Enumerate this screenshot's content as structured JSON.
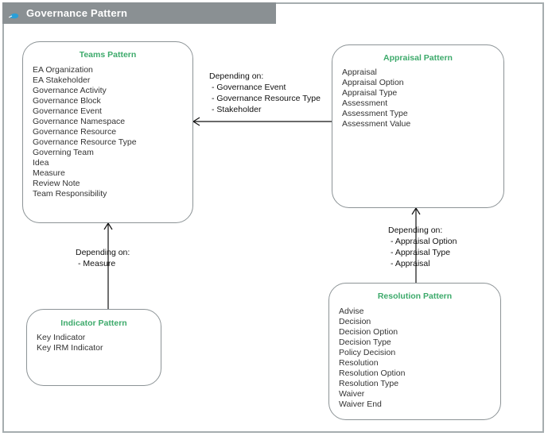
{
  "diagram": {
    "title": "Governance Pattern",
    "title_icon": "pattern-icon",
    "accent_color": "#3daa6b",
    "nodes": {
      "teams": {
        "title": "Teams Pattern",
        "items": [
          "EA Organization",
          "EA Stakeholder",
          "Governance Activity",
          "Governance Block",
          "Governance Event",
          "Governance Namespace",
          "Governance Resource",
          "Governance Resource Type",
          "Governing Team",
          "Idea",
          "Measure",
          "Review Note",
          "Team Responsibility"
        ]
      },
      "appraisal": {
        "title": "Appraisal Pattern",
        "items": [
          "Appraisal",
          "Appraisal Option",
          "Appraisal Type",
          "Assessment",
          "Assessment Type",
          "Assessment Value"
        ]
      },
      "indicator": {
        "title": "Indicator Pattern",
        "items": [
          "Key Indicator",
          "Key IRM Indicator"
        ]
      },
      "resolution": {
        "title": "Resolution Pattern",
        "items": [
          "Advise",
          "Decision",
          "Decision Option",
          "Decision Type",
          "Policy Decision",
          "Resolution",
          "Resolution Option",
          "Resolution Type",
          "Waiver",
          "Waiver End"
        ]
      }
    },
    "edges": {
      "appraisal_to_teams": {
        "label": "Depending on:",
        "items": [
          "- Governance Event",
          "- Governance Resource Type",
          "- Stakeholder"
        ]
      },
      "indicator_to_teams": {
        "label": "Depending on:",
        "items": [
          "- Measure"
        ]
      },
      "resolution_to_appraisal": {
        "label": "Depending on:",
        "items": [
          "- Appraisal Option",
          "- Appraisal Type",
          "- Appraisal"
        ]
      }
    }
  }
}
